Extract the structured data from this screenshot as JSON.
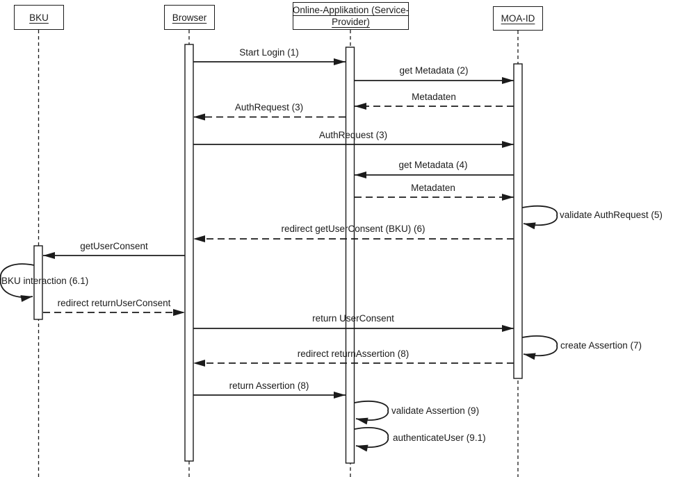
{
  "colors": {
    "ink": "#1b1b1b",
    "background": "#ffffff"
  },
  "actors": [
    {
      "id": "bku",
      "label": "BKU",
      "lines": [
        "BKU"
      ]
    },
    {
      "id": "browser",
      "label": "Browser",
      "lines": [
        "Browser"
      ]
    },
    {
      "id": "online-applikation",
      "label": "Online-Applikation (Service-Provider)",
      "lines": [
        "Online-Applikation (Service-",
        "Provider)"
      ]
    },
    {
      "id": "moa-id",
      "label": "MOA-ID",
      "lines": [
        "MOA-ID"
      ]
    }
  ],
  "messages": [
    {
      "label": "Start Login (1)",
      "from": "Browser",
      "to": "Online-Applikation (Service-Provider)",
      "line": "solid"
    },
    {
      "label": "get Metadata (2)",
      "from": "Online-Applikation (Service-Provider)",
      "to": "MOA-ID",
      "line": "solid"
    },
    {
      "label": "Metadaten",
      "from": "MOA-ID",
      "to": "Online-Applikation (Service-Provider)",
      "line": "dashed"
    },
    {
      "label": "AuthRequest (3)",
      "from": "Online-Applikation (Service-Provider)",
      "to": "Browser",
      "line": "dashed"
    },
    {
      "label": "AuthRequest (3)",
      "from": "Browser",
      "to": "MOA-ID",
      "line": "solid"
    },
    {
      "label": "get Metadata (4)",
      "from": "MOA-ID",
      "to": "Online-Applikation (Service-Provider)",
      "line": "solid"
    },
    {
      "label": "Metadaten",
      "from": "Online-Applikation (Service-Provider)",
      "to": "MOA-ID",
      "line": "dashed"
    },
    {
      "label": "validate AuthRequest (5)",
      "from": "MOA-ID",
      "to": "MOA-ID",
      "line": "self"
    },
    {
      "label": "redirect getUserConsent (BKU) (6)",
      "from": "MOA-ID",
      "to": "Browser",
      "line": "dashed"
    },
    {
      "label": "getUserConsent",
      "from": "Browser",
      "to": "BKU",
      "line": "solid"
    },
    {
      "label": "BKU interaction (6.1)",
      "from": "BKU",
      "to": "BKU",
      "line": "self"
    },
    {
      "label": "redirect returnUserConsent",
      "from": "BKU",
      "to": "Browser",
      "line": "dashed"
    },
    {
      "label": "return UserConsent",
      "from": "Browser",
      "to": "MOA-ID",
      "line": "solid"
    },
    {
      "label": "create Assertion (7)",
      "from": "MOA-ID",
      "to": "MOA-ID",
      "line": "self"
    },
    {
      "label": "redirect returnAssertion (8)",
      "from": "MOA-ID",
      "to": "Browser",
      "line": "dashed"
    },
    {
      "label": "return Assertion (8)",
      "from": "Browser",
      "to": "Online-Applikation (Service-Provider)",
      "line": "solid"
    },
    {
      "label": "validate Assertion (9)",
      "from": "Online-Applikation (Service-Provider)",
      "to": "Online-Applikation (Service-Provider)",
      "line": "self"
    },
    {
      "label": "authenticateUser (9.1)",
      "from": "Online-Applikation (Service-Provider)",
      "to": "Online-Applikation (Service-Provider)",
      "line": "self"
    }
  ]
}
